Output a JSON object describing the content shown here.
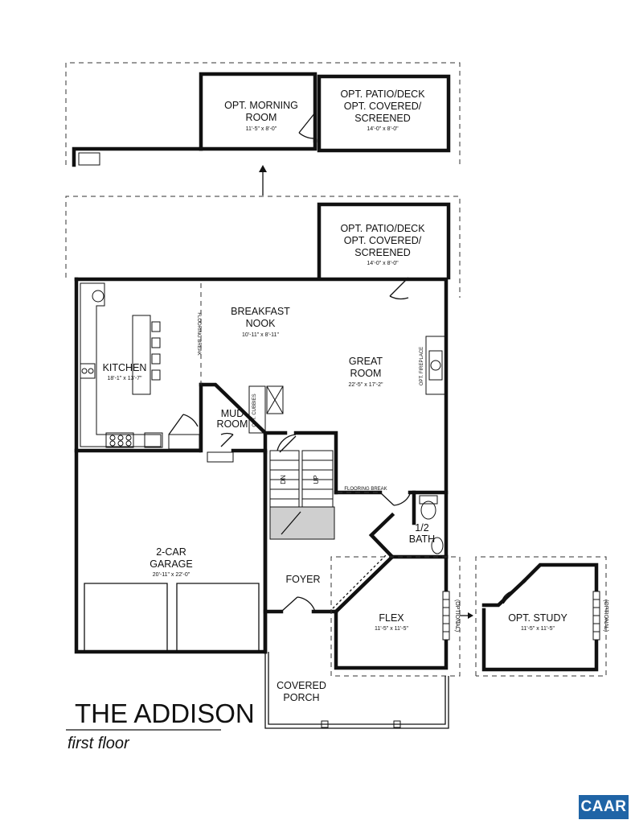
{
  "plan": {
    "title": "THE ADDISON",
    "subtitle": "first floor"
  },
  "rooms": {
    "morning_room": {
      "name_line1": "OPT. MORNING",
      "name_line2": "ROOM",
      "dims": "11'-5\" x 8'-0\""
    },
    "upper_patio": {
      "line1": "OPT. PATIO/DECK",
      "line2": "OPT. COVERED/",
      "line3": "SCREENED",
      "dims": "14'-0\" x 8'-0\""
    },
    "patio": {
      "line1": "OPT. PATIO/DECK",
      "line2": "OPT. COVERED/",
      "line3": "SCREENED",
      "dims": "14'-0\" x 8'-0\""
    },
    "breakfast": {
      "name_line1": "BREAKFAST",
      "name_line2": "NOOK",
      "dims": "10'-11\" x 8'-11\""
    },
    "kitchen": {
      "name": "KITCHEN",
      "dims": "18'-1\" x 13'-7\""
    },
    "great_room": {
      "name_line1": "GREAT",
      "name_line2": "ROOM",
      "dims": "22'-5\" x 17'-2\""
    },
    "mud_room": {
      "name_line1": "MUD",
      "name_line2": "ROOM"
    },
    "garage": {
      "name_line1": "2-CAR",
      "name_line2": "GARAGE",
      "dims": "20'-11\" x 22'-0\""
    },
    "bath": {
      "name_line1": "1/2",
      "name_line2": "BATH"
    },
    "foyer": {
      "name": "FOYER"
    },
    "flex": {
      "name": "FLEX",
      "dims": "11'-5\" x 11'-5\""
    },
    "study": {
      "name": "OPT. STUDY",
      "dims": "11'-5\" x 11'-5\""
    },
    "porch": {
      "name_line1": "COVERED",
      "name_line2": "PORCH"
    }
  },
  "notes": {
    "flooring_break_vertical": "FLOORING BREAK",
    "flooring_break_horizontal": "FLOORING BREAK",
    "fireplace": "OPT. FIREPLACE",
    "cubbies": "OPT. CUBBIES",
    "stairs_down": "DN",
    "stairs_up": "UP",
    "optional_left": "(OPTIONAL)",
    "optional_right": "(OPTIONAL)"
  },
  "badge": {
    "label": "CAAR",
    "color": "#1f64a6"
  }
}
